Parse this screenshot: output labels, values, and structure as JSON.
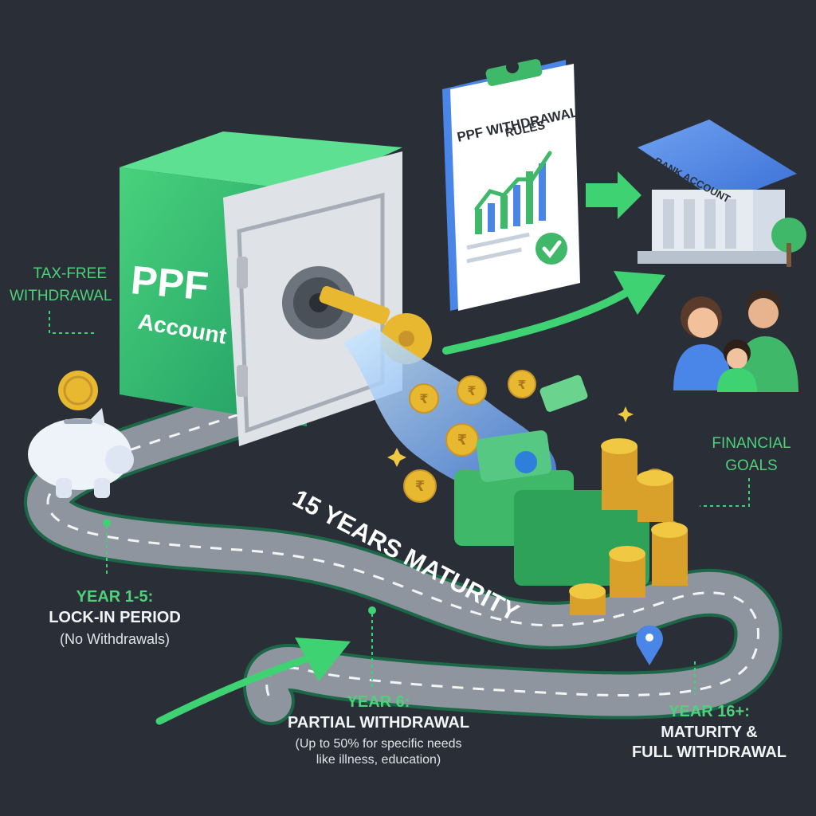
{
  "colors": {
    "background": "#2a2e36",
    "accent_green": "#3fd273",
    "road": "#8e959f",
    "vault": "#dfe3e8",
    "gold": "#e8b830",
    "cash": "#3fb869"
  },
  "vault": {
    "line1": "PPF",
    "line2": "Account"
  },
  "clipboard": {
    "title_line1": "PPF WITHDRAWAL",
    "title_line2": "RULES"
  },
  "bank": {
    "sign": "BANK ACCOUNT"
  },
  "road_text": "15 YEARS MATURITY",
  "tax": {
    "line1": "TAX-FREE",
    "line2": "WITHDRAWAL"
  },
  "goals": {
    "line1": "FINANCIAL",
    "line2": "GOALS"
  },
  "stage1": {
    "year": "YEAR 1-5:",
    "title": "LOCK-IN PERIOD",
    "note": "(No Withdrawals)"
  },
  "stage2": {
    "year": "YEAR 6:",
    "title": "PARTIAL WITHDRAWAL",
    "note_line1": "(Up to 50% for specific needs",
    "note_line2": "like illness, education)"
  },
  "stage3": {
    "year": "YEAR 16+:",
    "title_line1": "MATURITY &",
    "title_line2": "FULL WITHDRAWAL"
  },
  "currency_symbol": "₹"
}
